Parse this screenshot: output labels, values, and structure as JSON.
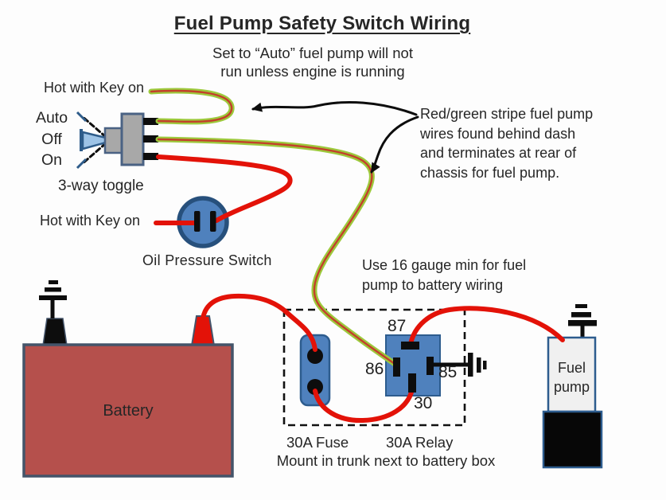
{
  "title": "Fuel Pump Safety Switch Wiring",
  "subtitle": [
    "Set to “Auto” fuel pump will not",
    "run unless engine is running"
  ],
  "toggle_switch": {
    "hot_label_top": "Hot with Key on",
    "positions": [
      "Auto",
      "Off",
      "On"
    ],
    "label": "3-way toggle"
  },
  "oil_switch": {
    "hot_label": "Hot with Key on",
    "label": "Oil Pressure Switch"
  },
  "notes": {
    "stripe_lines": [
      "Red/green stripe fuel pump",
      "wires found behind dash",
      "and terminates at rear of",
      "chassis for fuel pump."
    ],
    "gauge_lines": [
      "Use 16 gauge min for fuel",
      "pump to battery wiring"
    ],
    "mount": "Mount in trunk next to battery box"
  },
  "battery": {
    "label": "Battery"
  },
  "fuse": {
    "label": "30A Fuse"
  },
  "relay": {
    "label": "30A Relay",
    "pins": {
      "p87": "87",
      "p86": "86",
      "p85": "85",
      "p30": "30"
    }
  },
  "fuel_pump": {
    "line1": "Fuel",
    "line2": "pump"
  },
  "colors": {
    "wire_red": "#e31208",
    "wire_green": "#9dc93c",
    "wire_stripe": "#c3402b",
    "component_blue": "#4f81bd",
    "component_blue_border": "#2d5c8e",
    "oil_switch_ring": "#27507c",
    "battery_red": "#b5504c",
    "battery_border": "#44546a",
    "toggle_gray": "#a8a8a8",
    "lever_blue": "#9dc3e6",
    "black": "#0d0d0d",
    "text": "#262626"
  }
}
